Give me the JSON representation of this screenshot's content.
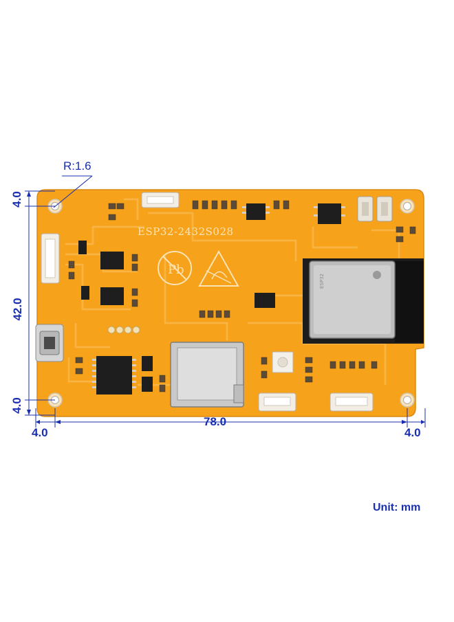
{
  "colors": {
    "board": "#f7a21b",
    "board_shade": "#e8921a",
    "trace": "#f9b84a",
    "silk": "#fbe3b6",
    "dimension": "#1a2fb0"
  },
  "board": {
    "model_label": "ESP32-2432S028",
    "corner_radius_label": "R:1.6"
  },
  "dimensions": {
    "top_hole_offset": "4.0",
    "height": "42.0",
    "bottom_hole_offset": "4.0",
    "left_hole_offset": "4.0",
    "width": "78.0",
    "right_hole_offset": "4.0"
  },
  "unit_label": "Unit: mm",
  "icons": {
    "pb_free": "pb-free-icon",
    "esd_warning": "esd-warning-icon"
  }
}
